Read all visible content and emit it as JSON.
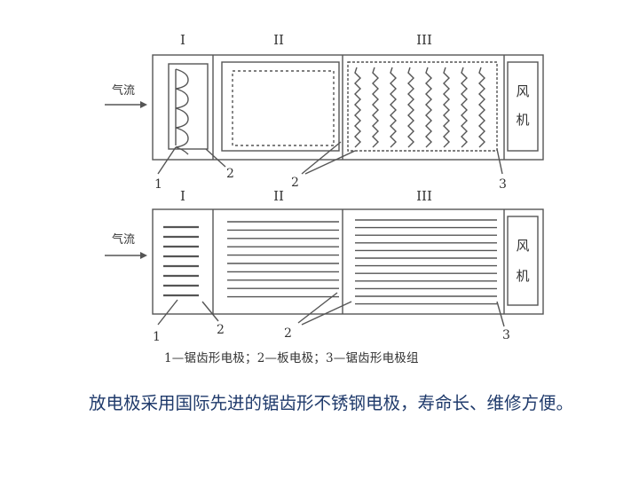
{
  "diagram": {
    "sections": [
      "I",
      "II",
      "III"
    ],
    "airflow_label": "气流",
    "fan_label": [
      "风",
      "机"
    ],
    "callouts": [
      "1",
      "2",
      "2",
      "3"
    ],
    "caption": "1—锯齿形电极；2—板电极；3—锯齿形电极组",
    "colors": {
      "line": "#555555",
      "text": "#333333",
      "desc": "#1f3a6b"
    }
  },
  "description": "放电极采用国际先进的锯齿形不锈钢电极，寿命长、维修方便。"
}
